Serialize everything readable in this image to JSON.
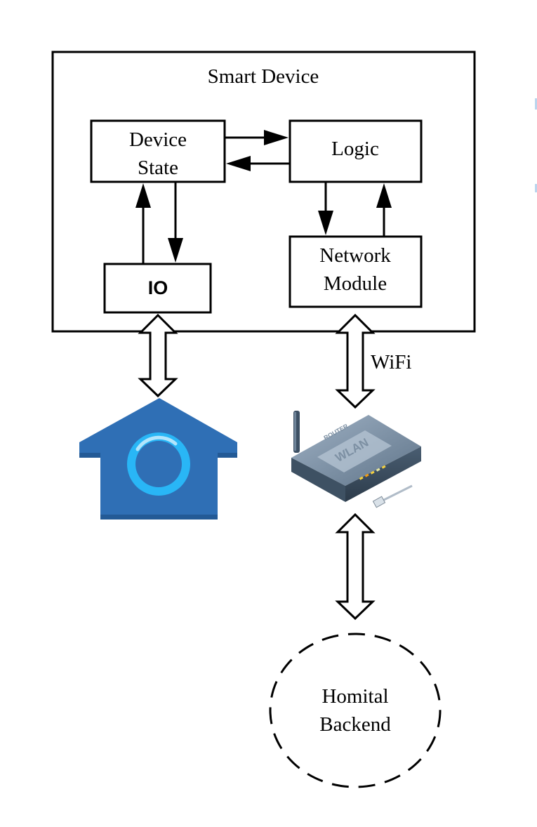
{
  "smart_device": {
    "title": "Smart Device"
  },
  "device_state": {
    "line1": "Device",
    "line2": "State"
  },
  "logic": {
    "label": "Logic"
  },
  "io": {
    "label": "IO"
  },
  "network_module": {
    "line1": "Network",
    "line2": "Module"
  },
  "wifi": {
    "label": "WiFi"
  },
  "router": {
    "brand_text": "WLAN",
    "top_text": "ROUTER",
    "icon": "wlan-router-icon"
  },
  "home": {
    "icon": "smart-home-icon",
    "color": "#2f6fb5",
    "ring_color": "#29b6f6"
  },
  "backend": {
    "line1": "Homital",
    "line2": "Backend"
  }
}
